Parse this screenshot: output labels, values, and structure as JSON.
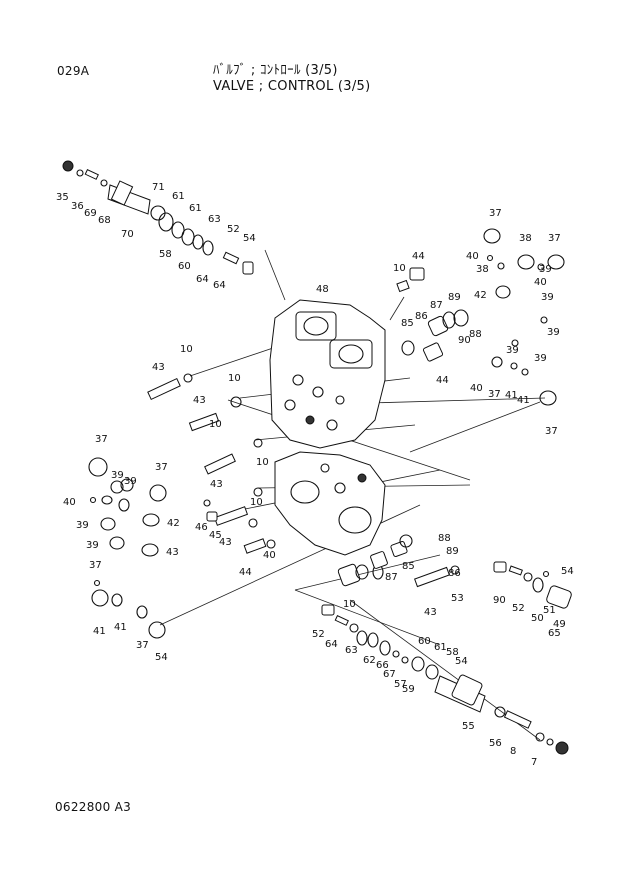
{
  "header": {
    "page_code": "029A",
    "title_jp": "ﾊﾞﾙﾌﾞ ; ｺﾝﾄﾛｰﾙ (3/5)",
    "title_en": "VALVE ; CONTROL (3/5)"
  },
  "footer": {
    "drawing_code": "0622800 A3"
  },
  "callouts": [
    "35",
    "36",
    "69",
    "68",
    "70",
    "71",
    "61",
    "61",
    "63",
    "52",
    "54",
    "58",
    "60",
    "64",
    "64",
    "37",
    "38",
    "37",
    "40",
    "38",
    "39",
    "44",
    "10",
    "48",
    "89",
    "87",
    "86",
    "85",
    "40",
    "42",
    "88",
    "90",
    "39",
    "39",
    "39",
    "43",
    "10",
    "10",
    "44",
    "39",
    "40",
    "37",
    "41",
    "41",
    "37",
    "43",
    "10",
    "37",
    "37",
    "39",
    "39",
    "40",
    "43",
    "46",
    "45",
    "42",
    "39",
    "39",
    "43",
    "10",
    "43",
    "10",
    "44",
    "40",
    "37",
    "41",
    "41",
    "37",
    "54",
    "90",
    "89",
    "86",
    "85",
    "87",
    "88",
    "10",
    "43",
    "53",
    "54",
    "52",
    "50",
    "51",
    "49",
    "65",
    "60",
    "61",
    "58",
    "54",
    "52",
    "64",
    "63",
    "62",
    "66",
    "67",
    "57",
    "59",
    "55",
    "56",
    "8",
    "7"
  ]
}
